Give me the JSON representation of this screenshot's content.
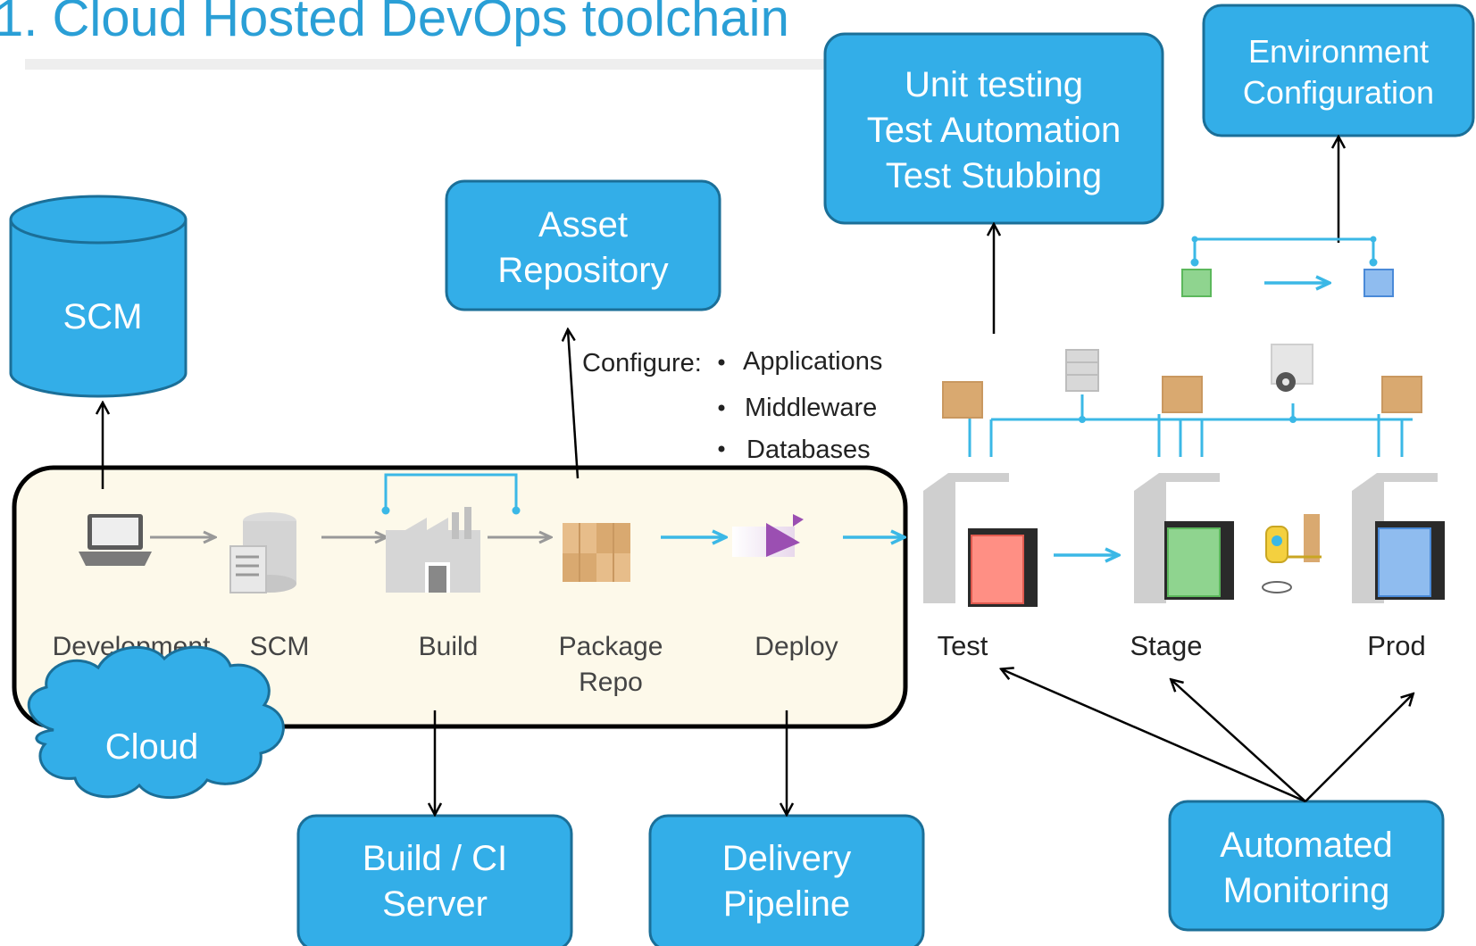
{
  "title": "1. Cloud Hosted DevOps toolchain",
  "boxes": {
    "scm_db": "SCM",
    "asset_repo": [
      "Asset",
      "Repository"
    ],
    "unit_testing": [
      "Unit testing",
      "Test Automation",
      "Test Stubbing"
    ],
    "env_config": [
      "Environment",
      "Configuration"
    ],
    "build_ci": [
      "Build / CI",
      "Server"
    ],
    "delivery": [
      "Delivery",
      "Pipeline"
    ],
    "monitoring": [
      "Automated",
      "Monitoring"
    ],
    "cloud": "Cloud"
  },
  "configure": {
    "label": "Configure:",
    "items": [
      "Applications",
      "Middleware",
      "Databases"
    ]
  },
  "pipeline_stages": [
    {
      "label": "Development"
    },
    {
      "label": "SCM"
    },
    {
      "label": "Build"
    },
    {
      "label": "Package",
      "label2": "Repo"
    },
    {
      "label": "Deploy"
    }
  ],
  "environments": [
    "Test",
    "Stage",
    "Prod"
  ],
  "colors": {
    "box_fill": "#33aee8",
    "box_border": "#1b6f98",
    "title": "#2a9fd6",
    "cloud_panel": "#fdf9ea",
    "arrow_blue": "#3bb8e6"
  }
}
